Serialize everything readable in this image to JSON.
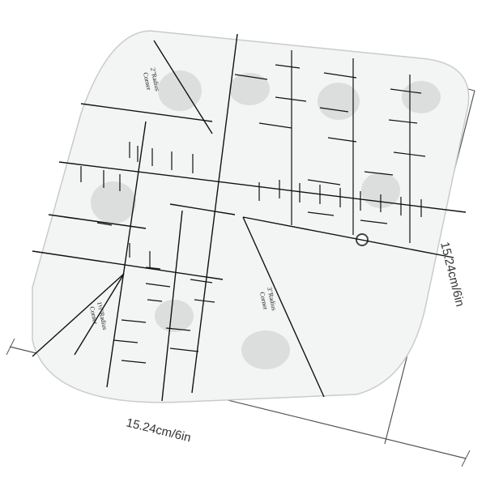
{
  "dimensions": {
    "width_label": "15.24cm/6in",
    "height_label": "15.24cm/6in"
  },
  "corner_labels": {
    "two_inch_line1": "2\"Radius",
    "two_inch_line2": "Corner",
    "three_inch_line1": "3\"Radius",
    "three_inch_line2": "Corner",
    "one_half_line1": "1½\"Radius",
    "one_half_line2": "Corner"
  },
  "colors": {
    "ruler_fill": "#f3f4f4",
    "ruler_edge": "#c9cccc",
    "ink": "#111111",
    "dimension_line": "#555555",
    "grip_dot": "#dcdedd"
  }
}
